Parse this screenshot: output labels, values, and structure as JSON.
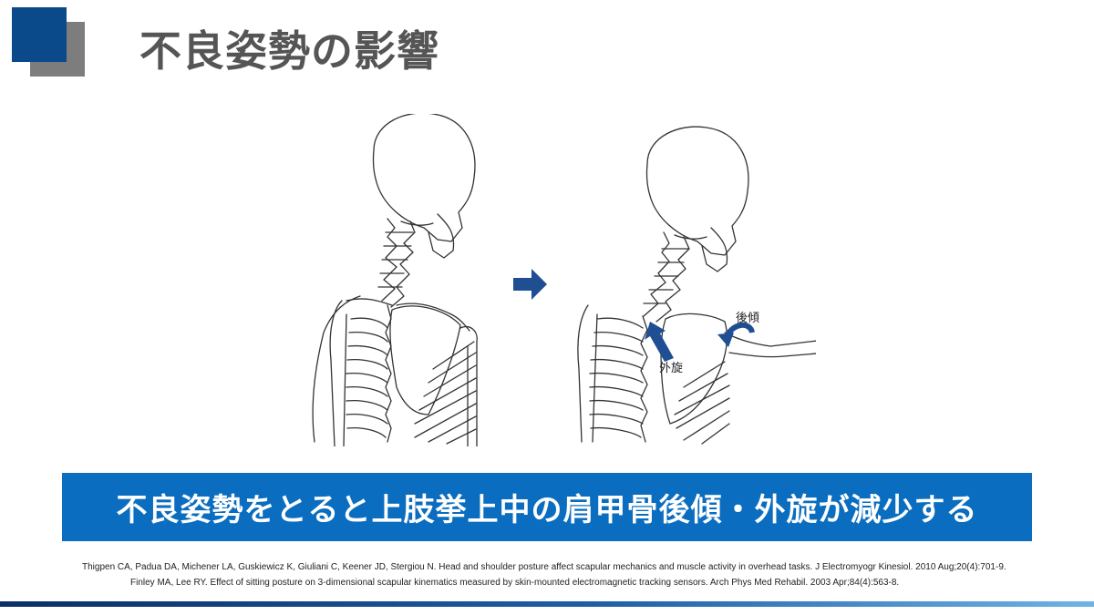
{
  "header": {
    "title": "不良姿勢の影響"
  },
  "figure": {
    "label_posterior_tilt": "後傾",
    "label_external_rotation": "外旋",
    "colors": {
      "arrow": "#1f4f92",
      "line": "#333333"
    }
  },
  "banner": {
    "text": "不良姿勢をとると上肢挙上中の肩甲骨後傾・外旋が減少する",
    "color": "#0a6dbf"
  },
  "references": [
    "Thigpen CA, Padua DA, Michener LA, Guskiewicz K, Giuliani C, Keener JD, Stergiou N. Head and shoulder posture affect scapular mechanics and muscle activity in overhead tasks. J Electromyogr Kinesiol. 2010 Aug;20(4):701-9.",
    "Finley MA, Lee RY. Effect of sitting posture on 3-dimensional scapular kinematics measured by skin-mounted electromagnetic tracking sensors. Arch Phys Med Rehabil. 2003 Apr;84(4):563-8."
  ]
}
